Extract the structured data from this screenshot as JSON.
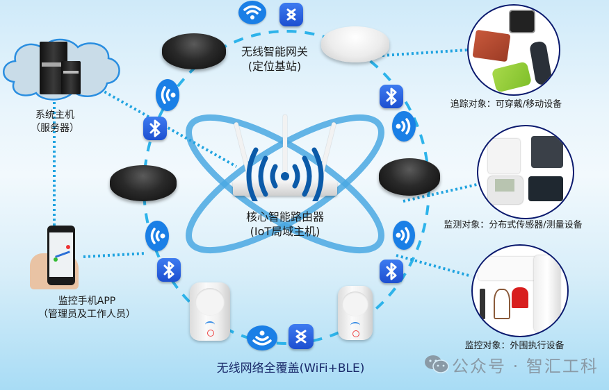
{
  "diagram": {
    "title": "无线网络全覆盖(WiFi+BLE)",
    "center": {
      "line1": "核心智能路由器",
      "line2": "(IoT局域主机)"
    },
    "gateway": {
      "line1": "无线智能网关",
      "line2": "(定位基站)"
    },
    "server": {
      "line1": "系统主机",
      "line2": "（服务器）"
    },
    "mobile_app": {
      "line1": "监控手机APP",
      "line2": "（管理员及工作人员）"
    },
    "targets": [
      {
        "label": "追踪对象：可穿戴/移动设备",
        "items": [
          "beacon-tag",
          "smartwatch",
          "fitness-band",
          "green-tag"
        ]
      },
      {
        "label": "监测对象：分布式传感器/测量设备",
        "items": [
          "environment-sensor",
          "thermostat-panel",
          "blood-pressure-monitor",
          "smart-scale"
        ]
      },
      {
        "label": "监控对象：外围执行设备",
        "items": [
          "air-conditioner",
          "air-purifier",
          "smart-lock",
          "wall-lamp",
          "alarm-light"
        ]
      }
    ],
    "ring_icons": [
      "wifi-icon",
      "bluetooth-icon",
      "wifi-icon",
      "bluetooth-icon",
      "wifi-icon",
      "bluetooth-icon",
      "wifi-icon",
      "bluetooth-icon",
      "wifi-icon",
      "bluetooth-icon",
      "wifi-icon",
      "bluetooth-icon"
    ],
    "colors": {
      "accent_blue": "#1a7fe6",
      "link_dotted": "#1fa3e0",
      "ring_border": "#0b1a6e",
      "orbit_blue": "#3a9ee0"
    }
  },
  "watermark": {
    "text": "公众号 · 智汇工科",
    "icon": "wechat-icon"
  }
}
